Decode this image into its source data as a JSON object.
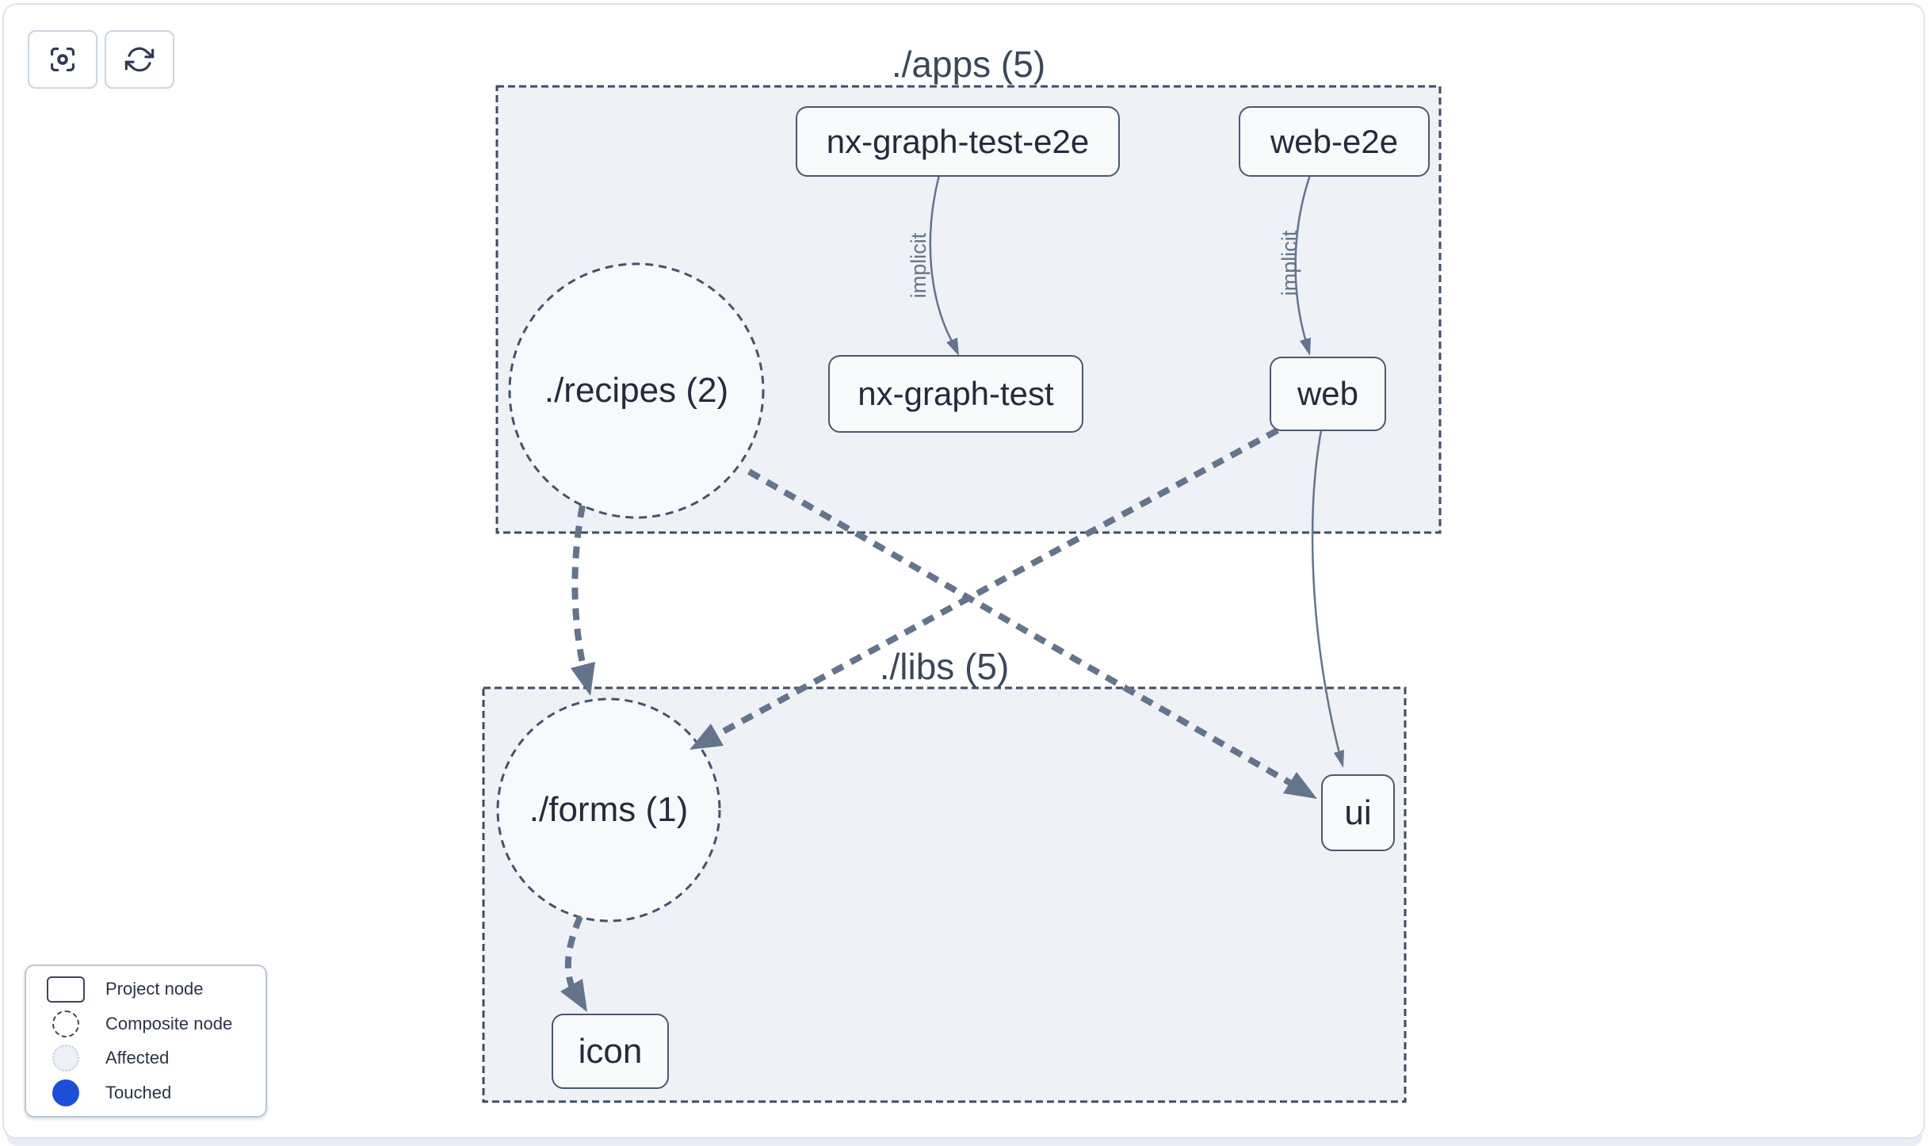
{
  "toolbar": {
    "focus_button": {
      "icon": "focus-crosshair-icon"
    },
    "refresh_button": {
      "icon": "refresh-icon"
    }
  },
  "groups": {
    "apps": {
      "label": "./apps (5)"
    },
    "libs": {
      "label": "./libs (5)"
    }
  },
  "nodes": {
    "nx_graph_test_e2e": {
      "label": "nx-graph-test-e2e",
      "type": "project"
    },
    "web_e2e": {
      "label": "web-e2e",
      "type": "project"
    },
    "recipes": {
      "label": "./recipes (2)",
      "type": "composite"
    },
    "nx_graph_test": {
      "label": "nx-graph-test",
      "type": "project"
    },
    "web": {
      "label": "web",
      "type": "project"
    },
    "forms": {
      "label": "./forms (1)",
      "type": "composite"
    },
    "ui": {
      "label": "ui",
      "type": "project"
    },
    "icon": {
      "label": "icon",
      "type": "project"
    }
  },
  "edges": [
    {
      "from": "nx-graph-test-e2e",
      "to": "nx-graph-test",
      "label": "implicit",
      "style": "thin"
    },
    {
      "from": "web-e2e",
      "to": "web",
      "label": "implicit",
      "style": "thin"
    },
    {
      "from": "web",
      "to": "ui",
      "label": "",
      "style": "thin"
    },
    {
      "from": "./recipes (2)",
      "to": "./forms (1)",
      "label": "",
      "style": "thick-dashed"
    },
    {
      "from": "./recipes (2)",
      "to": "ui",
      "label": "",
      "style": "thick-dashed"
    },
    {
      "from": "web",
      "to": "./forms (1)",
      "label": "",
      "style": "thick-dashed"
    },
    {
      "from": "./forms (1)",
      "to": "icon",
      "label": "",
      "style": "thick-dashed"
    }
  ],
  "legend": {
    "items": [
      {
        "label": "Project node",
        "swatch": "project-node-swatch"
      },
      {
        "label": "Composite node",
        "swatch": "composite-node-swatch"
      },
      {
        "label": "Affected",
        "swatch": "affected-swatch"
      },
      {
        "label": "Touched",
        "swatch": "touched-swatch"
      }
    ]
  },
  "colors": {
    "group_fill": "#eef1f6",
    "group_border": "#3f4c63",
    "node_fill": "#f8fafc",
    "node_border": "#4b586e",
    "edge": "#64748b",
    "text": "#232b3c",
    "touched_blue": "#1d4ed8",
    "affected_fill": "#edf0f6"
  }
}
